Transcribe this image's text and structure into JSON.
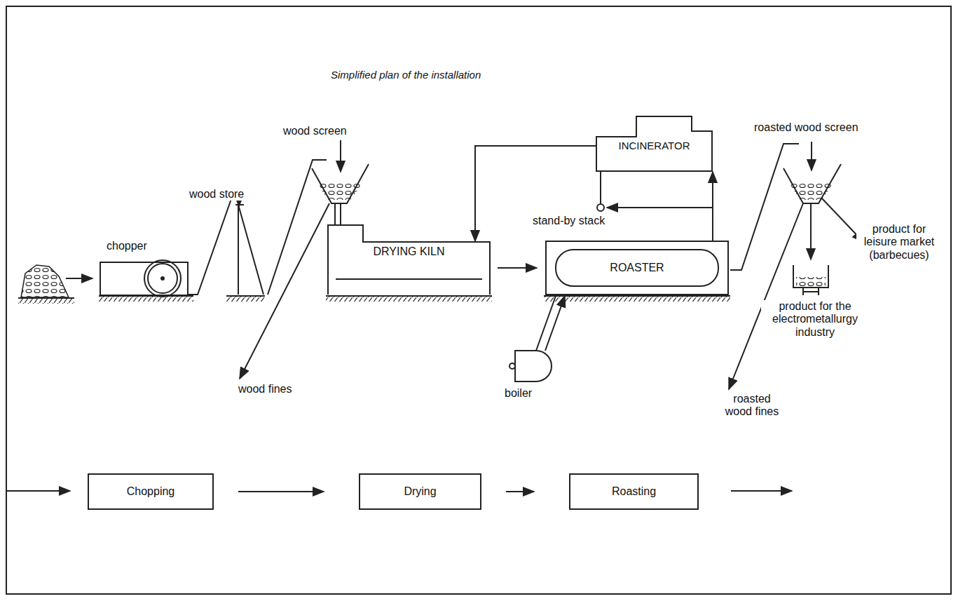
{
  "diagram": {
    "title": "Simplified plan of the installation",
    "nodes": [
      {
        "text": [
          "INCINERATOR"
        ]
      },
      {
        "text": [
          "DRYING KILN"
        ]
      },
      {
        "text": [
          "ROASTER"
        ]
      },
      {
        "text": [
          "Chopping"
        ]
      },
      {
        "text": [
          "Drying"
        ]
      },
      {
        "text": [
          "Roasting"
        ]
      }
    ],
    "edges": [
      {
        "from": 1,
        "to": 2,
        "arrow": "to"
      },
      {
        "from": 2,
        "to": 0,
        "arrow": "to"
      },
      {
        "from": 0,
        "to": 1,
        "arrow": "to"
      },
      {
        "from": 3,
        "to": 4,
        "arrow": "to"
      },
      {
        "from": 4,
        "to": 5,
        "arrow": "to"
      }
    ],
    "labels": [
      "chopper",
      "wood store",
      "wood screen",
      "wood fines",
      "stand-by stack",
      "boiler",
      "roasted wood screen",
      "product for leisure market (barbecues)",
      "product for the electrometallurgy industry",
      "roasted wood fines"
    ]
  }
}
